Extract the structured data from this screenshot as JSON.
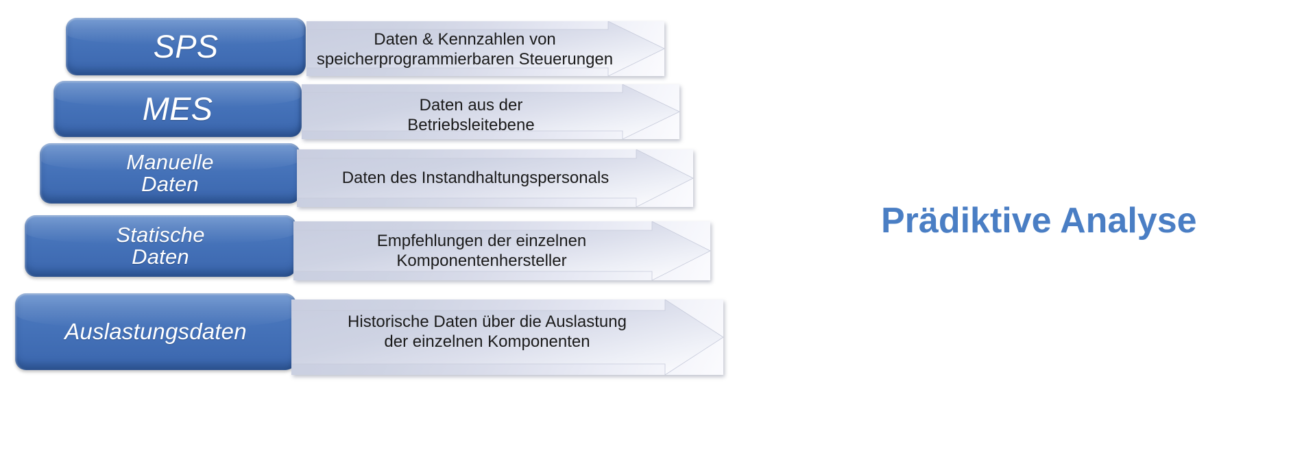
{
  "diagram": {
    "title_right": "Prädiktive Analyse",
    "accent_blue": "#4472b8",
    "title_color": "#4a7ec4",
    "arrow_fill_start": "#c9cee0",
    "arrow_fill_end": "#fbfbfe",
    "rows": [
      {
        "source_label": "SPS",
        "source_label_lines": [
          "SPS"
        ],
        "arrow_text_lines": [
          "Daten & Kennzahlen von",
          "speicherprogrammierbaren Steuerungen"
        ]
      },
      {
        "source_label": "MES",
        "source_label_lines": [
          "MES"
        ],
        "arrow_text_lines": [
          "Daten aus der",
          "Betriebsleitebene"
        ]
      },
      {
        "source_label": "Manuelle Daten",
        "source_label_lines": [
          "Manuelle",
          "Daten"
        ],
        "arrow_text_lines": [
          "Daten des Instandhaltungspersonals"
        ]
      },
      {
        "source_label": "Statische Daten",
        "source_label_lines": [
          "Statische",
          "Daten"
        ],
        "arrow_text_lines": [
          "Empfehlungen der einzelnen",
          "Komponentenhersteller"
        ]
      },
      {
        "source_label": "Auslastungsdaten",
        "source_label_lines": [
          "Auslastungsdaten"
        ],
        "arrow_text_lines": [
          "Historische Daten über die Auslastung",
          "der einzelnen Komponenten"
        ]
      }
    ]
  }
}
